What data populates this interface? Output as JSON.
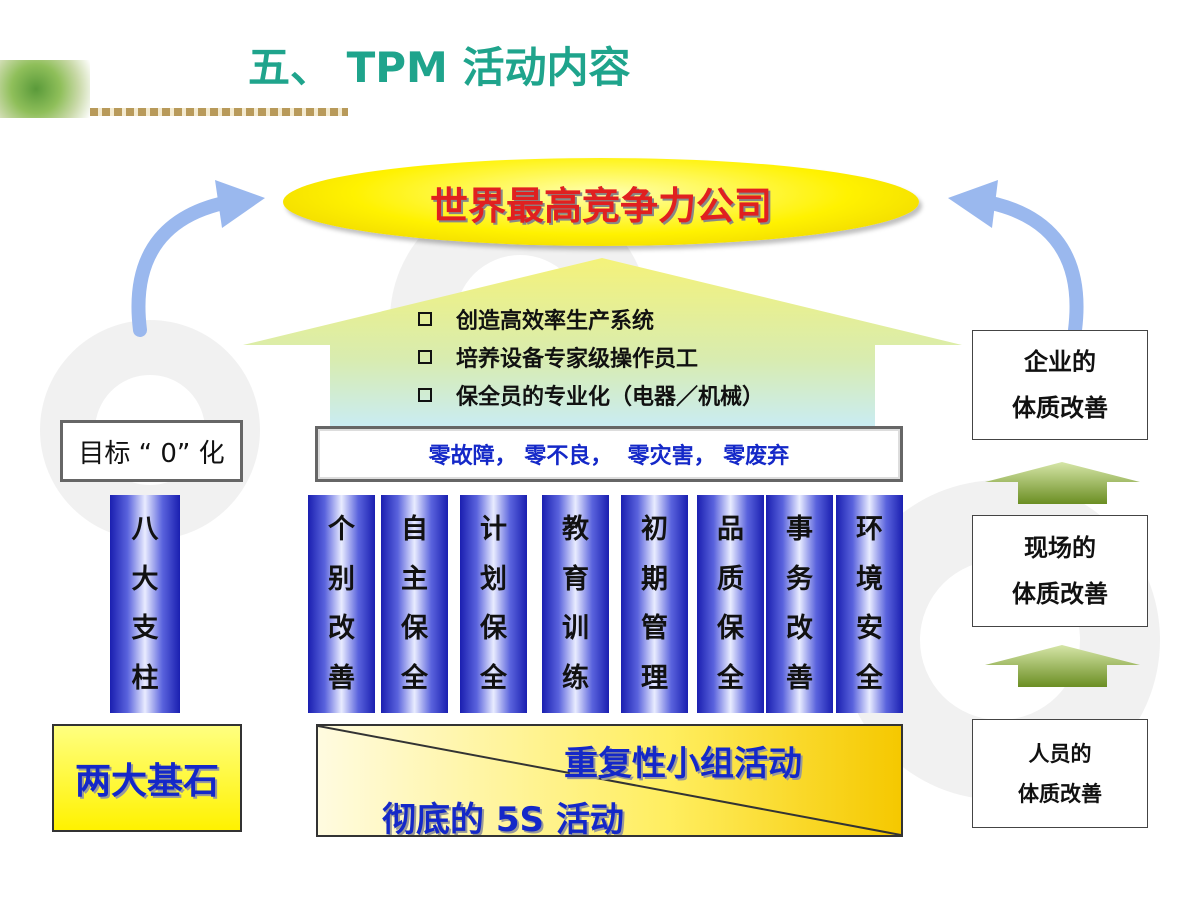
{
  "title": "五、 TPM 活动内容",
  "goal": "世界最高竞争力公司",
  "arrow_items": [
    "创造高效率生产系统",
    "培养设备专家级操作员工",
    "保全员的专业化（电器／机械）"
  ],
  "zero_goals": "零故障， 零不良，  零灾害， 零废弃",
  "target_label": "目标 “ 0” 化",
  "eight_pillars_label": [
    "八",
    "大",
    "支",
    "柱"
  ],
  "pillars": [
    {
      "chars": [
        "个",
        "别",
        "改",
        "善"
      ]
    },
    {
      "chars": [
        "自",
        "主",
        "保",
        "全"
      ]
    },
    {
      "chars": [
        "计",
        "划",
        "保",
        "全"
      ]
    },
    {
      "chars": [
        "教",
        "育",
        "训",
        "练"
      ]
    },
    {
      "chars": [
        "初",
        "期",
        "管",
        "理"
      ]
    },
    {
      "chars": [
        "品",
        "质",
        "保",
        "全"
      ]
    },
    {
      "chars": [
        "事",
        "务",
        "改",
        "善"
      ]
    },
    {
      "chars": [
        "环",
        "境",
        "安",
        "全"
      ]
    }
  ],
  "foundation_label": "两大基石",
  "foundation_top": "重复性小组活动",
  "foundation_bottom": "彻底的 5S 活动",
  "right_boxes": [
    {
      "line1": "企业的",
      "line2": "体质改善"
    },
    {
      "line1": "现场的",
      "line2": "体质改善"
    },
    {
      "line1": "人员的",
      "line2": "体质改善"
    }
  ],
  "colors": {
    "title": "#1fa48c",
    "goal_text": "#e02020",
    "blue_text": "#1428c8",
    "arc_arrow": "#9ab8ee"
  }
}
